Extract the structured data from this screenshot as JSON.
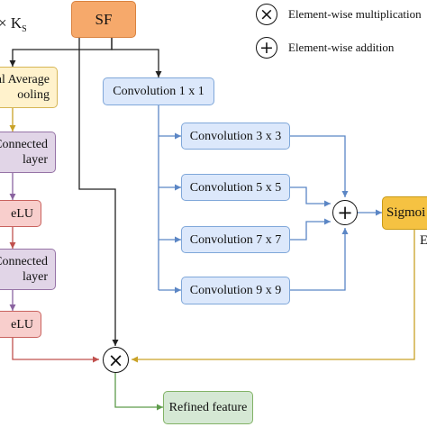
{
  "legend": {
    "mult_symbol": "×",
    "mult_label": "Element-wise multiplication",
    "add_symbol": "+",
    "add_label": "Element-wise addition"
  },
  "top_left": {
    "times": "× K",
    "sub": "S"
  },
  "sf_label": "SF",
  "left_branch": {
    "pool": [
      "al Average",
      "ooling"
    ],
    "fc1": [
      "Connected",
      "layer"
    ],
    "relu1": "eLU",
    "fc2": [
      "Connected",
      "layer"
    ],
    "relu2": "eLU"
  },
  "convs": {
    "c1x1": "Convolution 1 x 1",
    "c3x3": "Convolution 3 x 3",
    "c5x5": "Convolution 5 x 5",
    "c7x7": "Convolution 7 x 7",
    "c9x9": "Convolution 9 x 9"
  },
  "sigmoid_label": "Sigmoi",
  "right_fragment": "E",
  "add_node": "+",
  "mult_node": "×",
  "refined_label": "Refined feature"
}
